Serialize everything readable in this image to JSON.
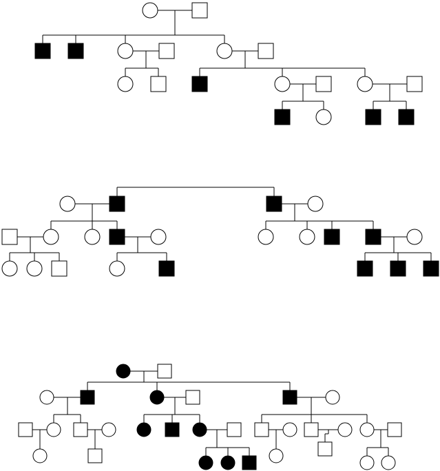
{
  "pedigrees": [
    {
      "title": "",
      "individuals": [
        {
          "id": "a1",
          "sex": "female",
          "affected": false
        },
        {
          "id": "a2",
          "sex": "male",
          "affected": false
        },
        {
          "id": "a3",
          "sex": "male",
          "affected": true
        },
        {
          "id": "a4",
          "sex": "male",
          "affected": true
        },
        {
          "id": "a5",
          "sex": "female",
          "affected": false
        },
        {
          "id": "a6",
          "sex": "male",
          "affected": false
        },
        {
          "id": "a7",
          "sex": "female",
          "affected": false
        },
        {
          "id": "a8",
          "sex": "male",
          "affected": false
        },
        {
          "id": "a9",
          "sex": "female",
          "affected": false
        },
        {
          "id": "a10",
          "sex": "male",
          "affected": false
        },
        {
          "id": "a11",
          "sex": "male",
          "affected": true
        },
        {
          "id": "a12",
          "sex": "female",
          "affected": false
        },
        {
          "id": "a13",
          "sex": "male",
          "affected": false
        },
        {
          "id": "a14",
          "sex": "female",
          "affected": false
        },
        {
          "id": "a15",
          "sex": "male",
          "affected": false
        },
        {
          "id": "a16",
          "sex": "male",
          "affected": true
        },
        {
          "id": "a17",
          "sex": "female",
          "affected": false
        },
        {
          "id": "a18",
          "sex": "male",
          "affected": true
        },
        {
          "id": "a19",
          "sex": "male",
          "affected": true
        }
      ],
      "couples": [
        [
          "a1",
          "a2"
        ],
        [
          "a5",
          "a6"
        ],
        [
          "a7",
          "a8"
        ],
        [
          "a12",
          "a13"
        ],
        [
          "a14",
          "a15"
        ]
      ],
      "children": [
        {
          "parents": [
            "a1",
            "a2"
          ],
          "kids": [
            "a3",
            "a4",
            "a5",
            "a7"
          ]
        },
        {
          "parents": [
            "a5",
            "a6"
          ],
          "kids": [
            "a9",
            "a10"
          ]
        },
        {
          "parents": [
            "a7",
            "a8"
          ],
          "kids": [
            "a11",
            "a12",
            "a14"
          ]
        },
        {
          "parents": [
            "a12",
            "a13"
          ],
          "kids": [
            "a16",
            "a17"
          ]
        },
        {
          "parents": [
            "a14",
            "a15"
          ],
          "kids": [
            "a18",
            "a19"
          ]
        }
      ]
    },
    {
      "title": "",
      "individuals": [
        {
          "id": "b1",
          "sex": "female",
          "affected": false
        },
        {
          "id": "b2",
          "sex": "male",
          "affected": true
        },
        {
          "id": "b3",
          "sex": "male",
          "affected": true
        },
        {
          "id": "b4",
          "sex": "female",
          "affected": false
        },
        {
          "id": "b5",
          "sex": "male",
          "affected": false
        },
        {
          "id": "b6",
          "sex": "female",
          "affected": false
        },
        {
          "id": "b7",
          "sex": "female",
          "affected": false
        },
        {
          "id": "b8",
          "sex": "male",
          "affected": true
        },
        {
          "id": "b9",
          "sex": "female",
          "affected": false
        },
        {
          "id": "b10",
          "sex": "female",
          "affected": false
        },
        {
          "id": "b11",
          "sex": "female",
          "affected": false
        },
        {
          "id": "b12",
          "sex": "male",
          "affected": true
        },
        {
          "id": "b13",
          "sex": "male",
          "affected": true
        },
        {
          "id": "b14",
          "sex": "female",
          "affected": false
        },
        {
          "id": "b15",
          "sex": "female",
          "affected": false
        },
        {
          "id": "b16",
          "sex": "female",
          "affected": false
        },
        {
          "id": "b17",
          "sex": "male",
          "affected": false
        },
        {
          "id": "b18",
          "sex": "female",
          "affected": false
        },
        {
          "id": "b19",
          "sex": "male",
          "affected": true
        },
        {
          "id": "b20",
          "sex": "male",
          "affected": true
        },
        {
          "id": "b21",
          "sex": "male",
          "affected": true
        },
        {
          "id": "b22",
          "sex": "male",
          "affected": true
        }
      ],
      "siblings": [
        "b2",
        "b3"
      ],
      "couples": [
        [
          "b1",
          "b2"
        ],
        [
          "b3",
          "b4"
        ],
        [
          "b5",
          "b6"
        ],
        [
          "b8",
          "b9"
        ],
        [
          "b13",
          "b14"
        ]
      ],
      "children": [
        {
          "parents": [
            "b1",
            "b2"
          ],
          "kids": [
            "b6",
            "b7",
            "b8"
          ]
        },
        {
          "parents": [
            "b3",
            "b4"
          ],
          "kids": [
            "b10",
            "b11",
            "b12",
            "b13"
          ]
        },
        {
          "parents": [
            "b5",
            "b6"
          ],
          "kids": [
            "b15",
            "b16",
            "b17"
          ]
        },
        {
          "parents": [
            "b8",
            "b9"
          ],
          "kids": [
            "b18",
            "b19"
          ]
        },
        {
          "parents": [
            "b13",
            "b14"
          ],
          "kids": [
            "b20",
            "b21",
            "b22"
          ]
        }
      ]
    },
    {
      "title": "",
      "individuals": [
        {
          "id": "c1",
          "sex": "female",
          "affected": true
        },
        {
          "id": "c2",
          "sex": "male",
          "affected": false
        },
        {
          "id": "c3",
          "sex": "female",
          "affected": false
        },
        {
          "id": "c4",
          "sex": "male",
          "affected": true
        },
        {
          "id": "c5",
          "sex": "female",
          "affected": true
        },
        {
          "id": "c6",
          "sex": "male",
          "affected": false
        },
        {
          "id": "c7",
          "sex": "male",
          "affected": true
        },
        {
          "id": "c8",
          "sex": "female",
          "affected": false
        },
        {
          "id": "c9",
          "sex": "male",
          "affected": false
        },
        {
          "id": "c10",
          "sex": "female",
          "affected": false
        },
        {
          "id": "c11",
          "sex": "male",
          "affected": false
        },
        {
          "id": "c12",
          "sex": "female",
          "affected": false
        },
        {
          "id": "c13",
          "sex": "female",
          "affected": true
        },
        {
          "id": "c14",
          "sex": "male",
          "affected": true
        },
        {
          "id": "c15",
          "sex": "female",
          "affected": true
        },
        {
          "id": "c16",
          "sex": "male",
          "affected": false
        },
        {
          "id": "c17",
          "sex": "male",
          "affected": false
        },
        {
          "id": "c18",
          "sex": "female",
          "affected": false
        },
        {
          "id": "c19",
          "sex": "male",
          "affected": false
        },
        {
          "id": "c20",
          "sex": "female",
          "affected": false
        },
        {
          "id": "c21",
          "sex": "female",
          "affected": false
        },
        {
          "id": "c22",
          "sex": "male",
          "affected": false
        },
        {
          "id": "c23",
          "sex": "female",
          "affected": false
        },
        {
          "id": "c24",
          "sex": "male",
          "affected": false
        },
        {
          "id": "c25",
          "sex": "female",
          "affected": true
        },
        {
          "id": "c26",
          "sex": "female",
          "affected": true
        },
        {
          "id": "c27",
          "sex": "male",
          "affected": true
        },
        {
          "id": "c28",
          "sex": "female",
          "affected": false
        },
        {
          "id": "c29",
          "sex": "male",
          "affected": false
        },
        {
          "id": "c30",
          "sex": "female",
          "affected": false
        },
        {
          "id": "c31",
          "sex": "female",
          "affected": false
        }
      ],
      "couples": [
        [
          "c1",
          "c2"
        ],
        [
          "c3",
          "c4"
        ],
        [
          "c5",
          "c6"
        ],
        [
          "c7",
          "c8"
        ],
        [
          "c9",
          "c10"
        ],
        [
          "c11",
          "c12"
        ],
        [
          "c15",
          "c16"
        ],
        [
          "c17",
          "c18"
        ],
        [
          "c19",
          "c20"
        ],
        [
          "c21",
          "c22"
        ]
      ],
      "children": [
        {
          "parents": [
            "c1",
            "c2"
          ],
          "kids": [
            "c4",
            "c5",
            "c7"
          ]
        },
        {
          "parents": [
            "c3",
            "c4"
          ],
          "kids": [
            "c10",
            "c11"
          ]
        },
        {
          "parents": [
            "c5",
            "c6"
          ],
          "kids": [
            "c13",
            "c14",
            "c15"
          ]
        },
        {
          "parents": [
            "c7",
            "c8"
          ],
          "kids": [
            "c17",
            "c19",
            "c21"
          ]
        },
        {
          "parents": [
            "c9",
            "c10"
          ],
          "kids": [
            "c23"
          ]
        },
        {
          "parents": [
            "c11",
            "c12"
          ],
          "kids": [
            "c24"
          ]
        },
        {
          "parents": [
            "c15",
            "c16"
          ],
          "kids": [
            "c25",
            "c26",
            "c27"
          ]
        },
        {
          "parents": [
            "c17",
            "c18"
          ],
          "kids": [
            "c28"
          ]
        },
        {
          "parents": [
            "c19",
            "c20"
          ],
          "kids": [
            "c29"
          ]
        },
        {
          "parents": [
            "c21",
            "c22"
          ],
          "kids": [
            "c30",
            "c31"
          ]
        }
      ]
    }
  ],
  "colors": {
    "affected_fill": "#000000",
    "unaffected_fill": "#ffffff",
    "stroke": "#000000"
  }
}
